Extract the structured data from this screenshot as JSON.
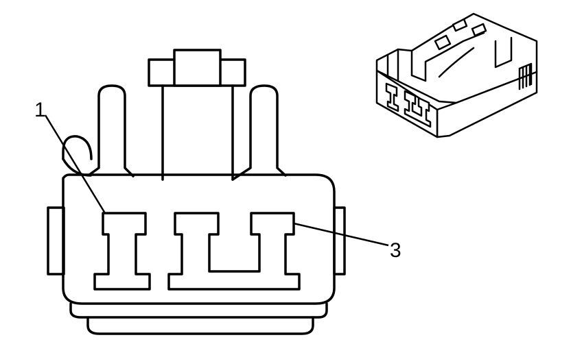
{
  "diagram": {
    "callouts": [
      {
        "id": "1",
        "label": "1"
      },
      {
        "id": "3",
        "label": "3"
      }
    ],
    "colors": {
      "line": "#000000",
      "background": "#ffffff"
    },
    "icons": {
      "connector_face_view": "connector-face-icon",
      "connector_isometric_view": "connector-isometric-icon"
    }
  }
}
